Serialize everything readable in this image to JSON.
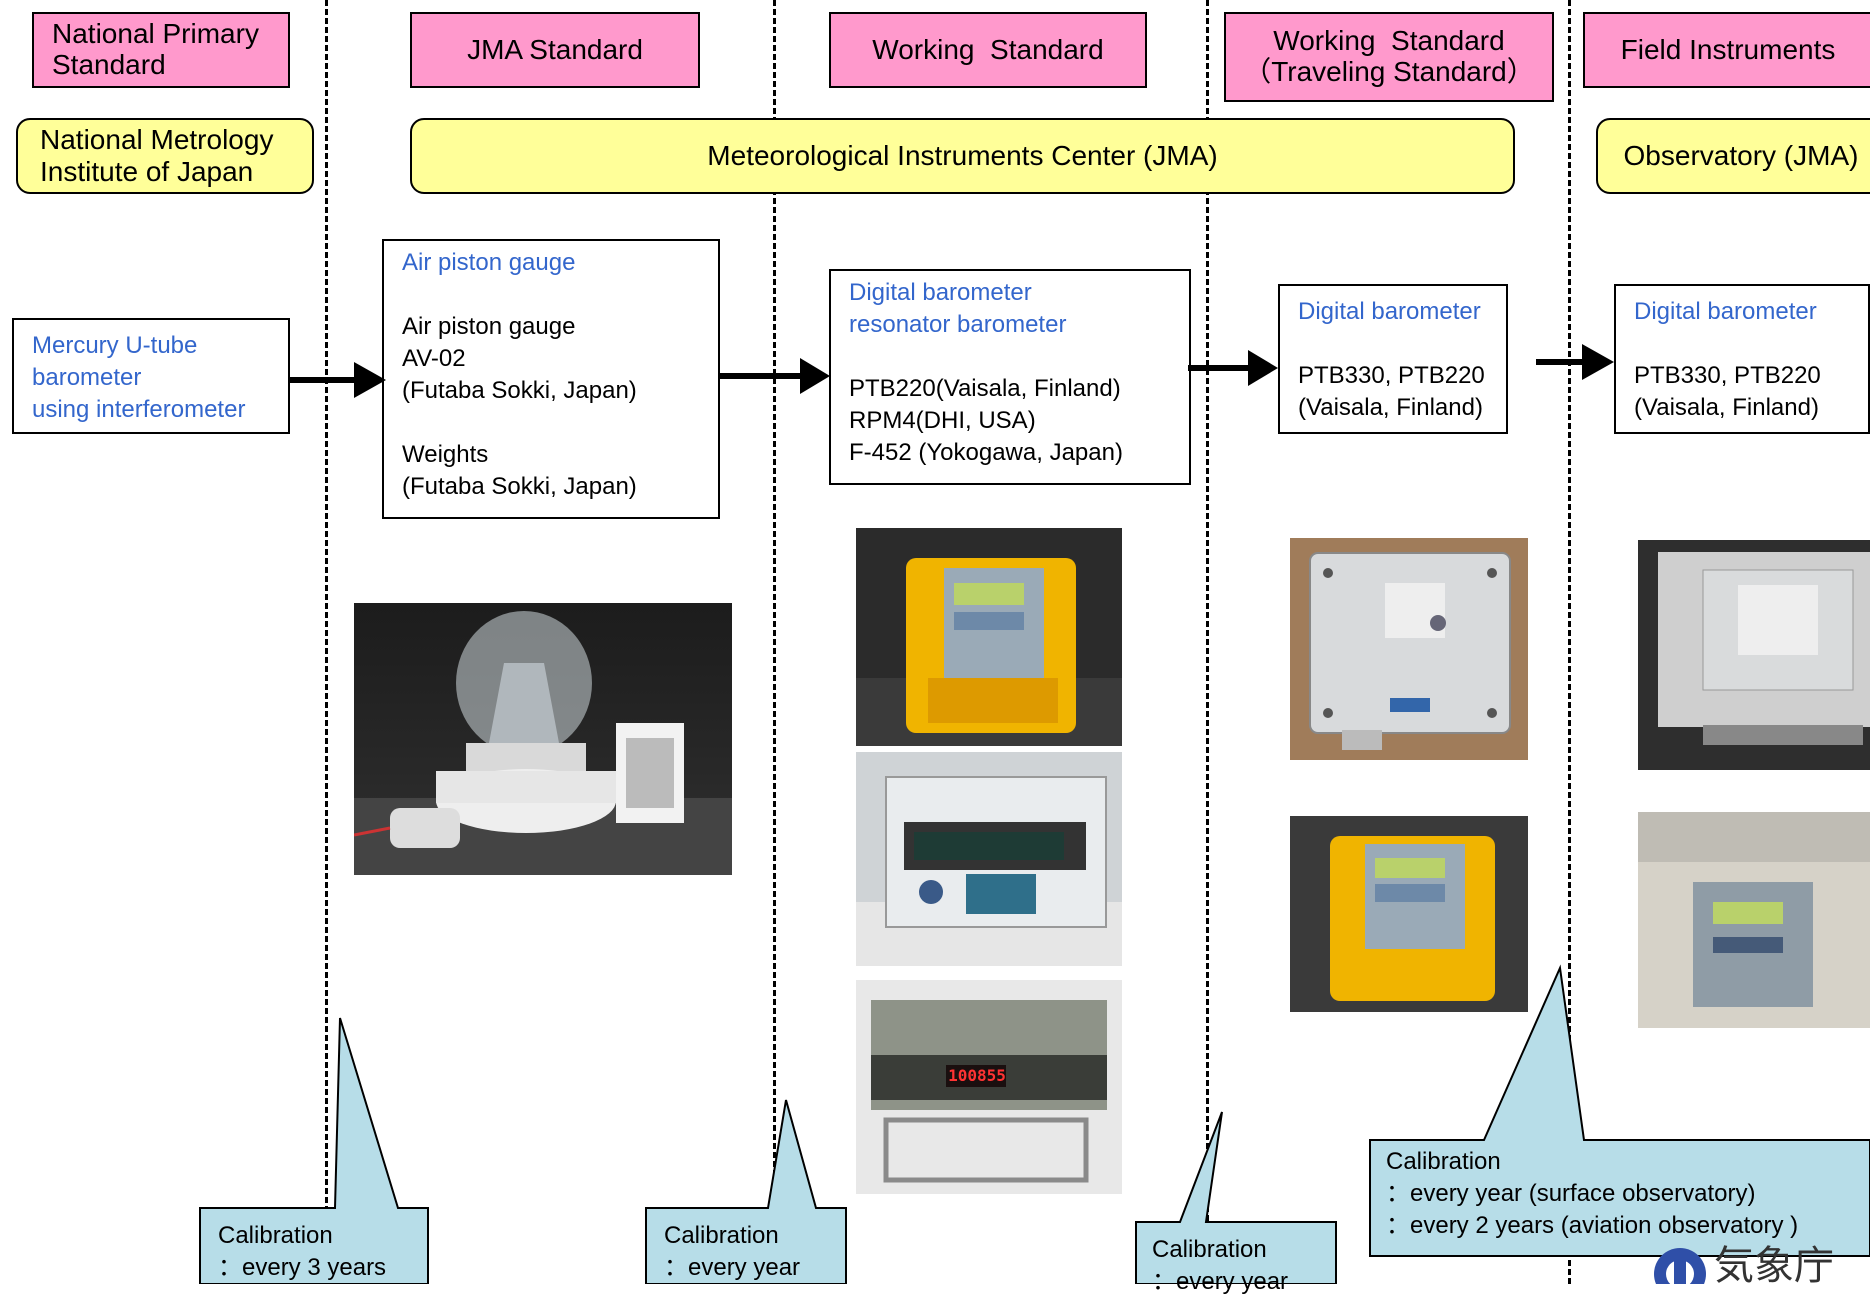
{
  "columns": [
    {
      "header": "National Primary\nStandard",
      "org": "National Metrology\nInstitute of Japan"
    },
    {
      "header": "JMA Standard"
    },
    {
      "header": "Working  Standard"
    },
    {
      "header": "Working  Standard\n（Traveling Standard）"
    },
    {
      "header": "Field Instruments",
      "org": "Observatory (JMA)"
    }
  ],
  "mic_org": "Meteorological Instruments Center (JMA)",
  "boxes": {
    "mercury": {
      "title": "Mercury U-tube\n barometer\nusing interferometer"
    },
    "piston": {
      "title": "Air piston gauge",
      "body": "Air piston gauge\nAV-02\n(Futaba Sokki, Japan)\n\nWeights\n(Futaba Sokki, Japan)"
    },
    "digital1": {
      "title": "Digital barometer\nresonator barometer",
      "body": "PTB220(Vaisala, Finland)\nRPM4(DHI, USA)\nF-452 (Yokogawa, Japan)"
    },
    "digital2": {
      "title": "Digital barometer",
      "body": "PTB330, PTB220\n(Vaisala, Finland)"
    },
    "digital3": {
      "title": "Digital barometer",
      "body": "PTB330, PTB220\n(Vaisala, Finland)"
    }
  },
  "callouts": {
    "c1": "Calibration\n：every 3 years",
    "c2": "Calibration\n：every year",
    "c3": "Calibration\n：every year",
    "c4": "Calibration\n：every year (surface observatory)\n：every 2 years (aviation observatory )"
  },
  "photo_displays": {
    "f452": "100855"
  },
  "logo_text": "気象庁",
  "colors": {
    "header_pink": "#ff99cc",
    "org_yellow": "#ffff99",
    "callout_cyan": "#b7dde8",
    "link_blue": "#3366cc"
  }
}
